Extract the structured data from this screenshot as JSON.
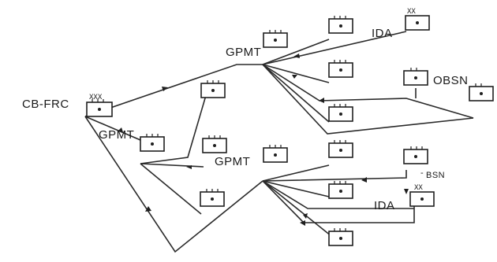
{
  "labels": {
    "root": "CB-FRC",
    "gpmt_top": "GPMT",
    "gpmt_mid": "GPMT",
    "gpmt_bottom": "GPMT",
    "ida_top": "IDA",
    "obsn": "OBSN",
    "bsn": "BSN",
    "ida_bottom": "IDA"
  },
  "marks": {
    "root": "XXX",
    "ida_top": "XX",
    "ida_bottom": "XX"
  }
}
